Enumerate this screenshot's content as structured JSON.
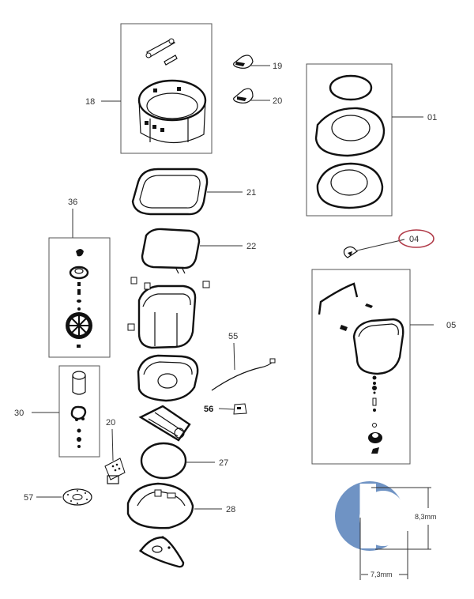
{
  "diagram": {
    "title": "Exploded parts diagram",
    "highlight_color": "#b03a48",
    "seal_color": "#6f93c4",
    "parts": [
      {
        "id": "p18",
        "label": "18"
      },
      {
        "id": "p19",
        "label": "19"
      },
      {
        "id": "p20a",
        "label": "20"
      },
      {
        "id": "p01",
        "label": "01"
      },
      {
        "id": "p21",
        "label": "21"
      },
      {
        "id": "p36",
        "label": "36"
      },
      {
        "id": "p22",
        "label": "22"
      },
      {
        "id": "p04",
        "label": "04",
        "highlighted": true
      },
      {
        "id": "p05",
        "label": "05"
      },
      {
        "id": "p55",
        "label": "55"
      },
      {
        "id": "p30",
        "label": "30"
      },
      {
        "id": "p56",
        "label": "56"
      },
      {
        "id": "p20b",
        "label": "20"
      },
      {
        "id": "p27",
        "label": "27"
      },
      {
        "id": "p57",
        "label": "57"
      },
      {
        "id": "p28",
        "label": "28"
      }
    ],
    "seal_dimensions": {
      "height": "8,3mm",
      "width": "7,3mm"
    }
  }
}
